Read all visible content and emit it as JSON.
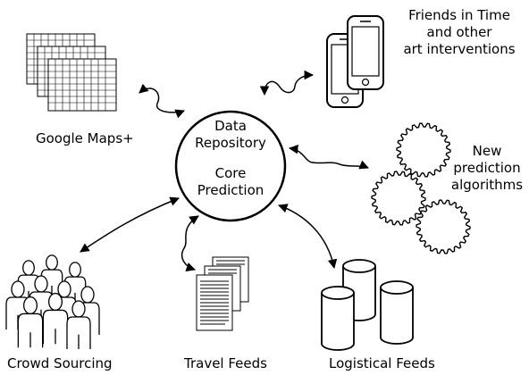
{
  "hub": {
    "line1": "Data",
    "line2": "Repository",
    "line3": "Core",
    "line4": "Prediction"
  },
  "nodes": {
    "google_maps": "Google Maps+",
    "friends": {
      "line1": "Friends in Time",
      "line2": "and other",
      "line3": "art interventions"
    },
    "algorithms": {
      "line1": "New",
      "line2": "prediction",
      "line3": "algorithms"
    },
    "crowd": "Crowd Sourcing",
    "travel": "Travel Feeds",
    "logistical": "Logistical Feeds"
  },
  "icons": [
    "map-grid-icon",
    "smartphones-icon",
    "gears-icon",
    "people-icon",
    "documents-icon",
    "cylinders-icon"
  ],
  "colors": {
    "stroke": "#000000",
    "background": "#ffffff"
  }
}
